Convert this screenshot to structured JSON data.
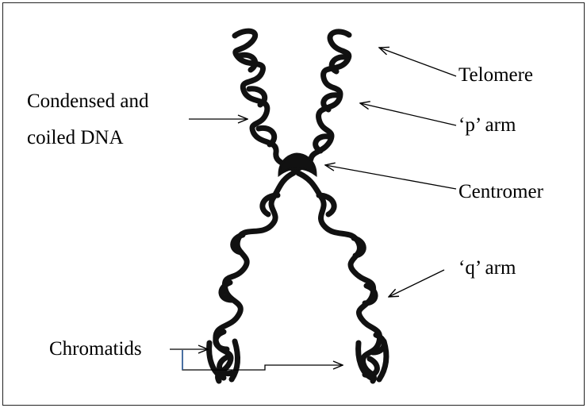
{
  "diagram": {
    "labels": {
      "telomere": "Telomere",
      "p_arm": "‘p’ arm",
      "centromere": "Centromer",
      "q_arm": "‘q’ arm",
      "condensed_line1": "Condensed and",
      "condensed_line2": "coiled  DNA",
      "chromatids": "Chromatids"
    },
    "colors": {
      "chromosome": "#111111",
      "annotation_line": "#000000",
      "chromatid_bracket_accent": "#2f5f9e",
      "background": "#ffffff"
    }
  }
}
